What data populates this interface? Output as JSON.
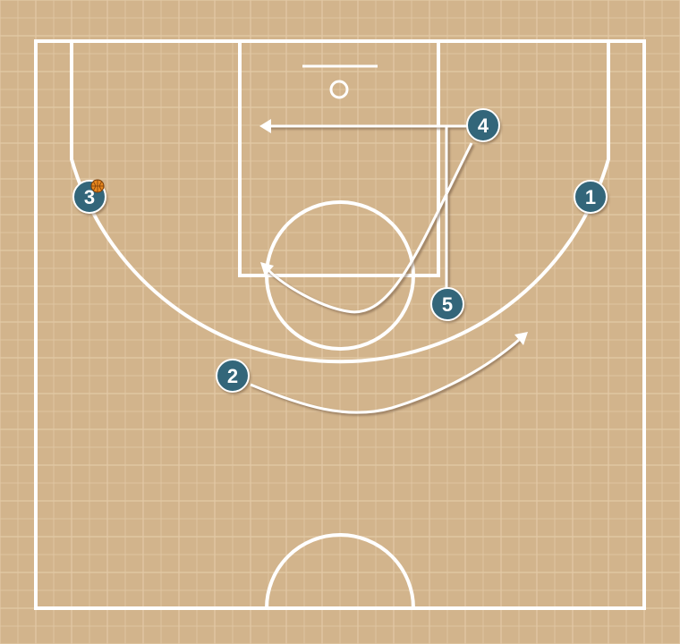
{
  "colors": {
    "court_floor": "#d2b48c",
    "grid_line": "#e2c9a6",
    "court_line": "#ffffff",
    "player_fill": "#33667a",
    "player_stroke": "#ffffff",
    "player_shadow": "#6b4f35",
    "ball_fill": "#e8871e",
    "ball_seam": "#7a3e0a",
    "action_line": "#ffffff",
    "action_shadow": "#7a6048"
  },
  "players": [
    {
      "id": "p1",
      "label": "1"
    },
    {
      "id": "p2",
      "label": "2"
    },
    {
      "id": "p3",
      "label": "3",
      "has_ball": true
    },
    {
      "id": "p4",
      "label": "4"
    },
    {
      "id": "p5",
      "label": "5"
    }
  ],
  "icons": {
    "ball": "basketball-icon",
    "arrow": "arrowhead-icon"
  }
}
